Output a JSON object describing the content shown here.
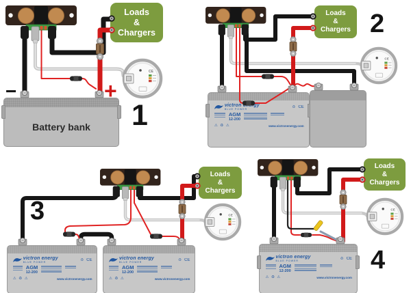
{
  "loads_box": {
    "line1": "Loads",
    "line2": "&",
    "line3": "Chargers"
  },
  "panels": [
    {
      "number": "1"
    },
    {
      "number": "2"
    },
    {
      "number": "3"
    },
    {
      "number": "4"
    }
  ],
  "battery_bank": {
    "label": "Battery bank",
    "minus_label": "−",
    "plus_label": "+"
  },
  "victron_battery": {
    "brand": "victron energy",
    "tagline": "BLUE POWER",
    "type": "AGM",
    "model": "12-200",
    "ce_mark": "CE",
    "warning_icons": "⚠ ♻ ⚠",
    "website": "www.victronenergy.com"
  },
  "gauge": {
    "ce_mark": "CE"
  },
  "colors": {
    "loads_green": "#7d9c3f",
    "victron_blue": "#2257a0",
    "cable_red": "#d11a1a",
    "cable_black": "#161616",
    "cable_gray": "#c8c8c8"
  }
}
